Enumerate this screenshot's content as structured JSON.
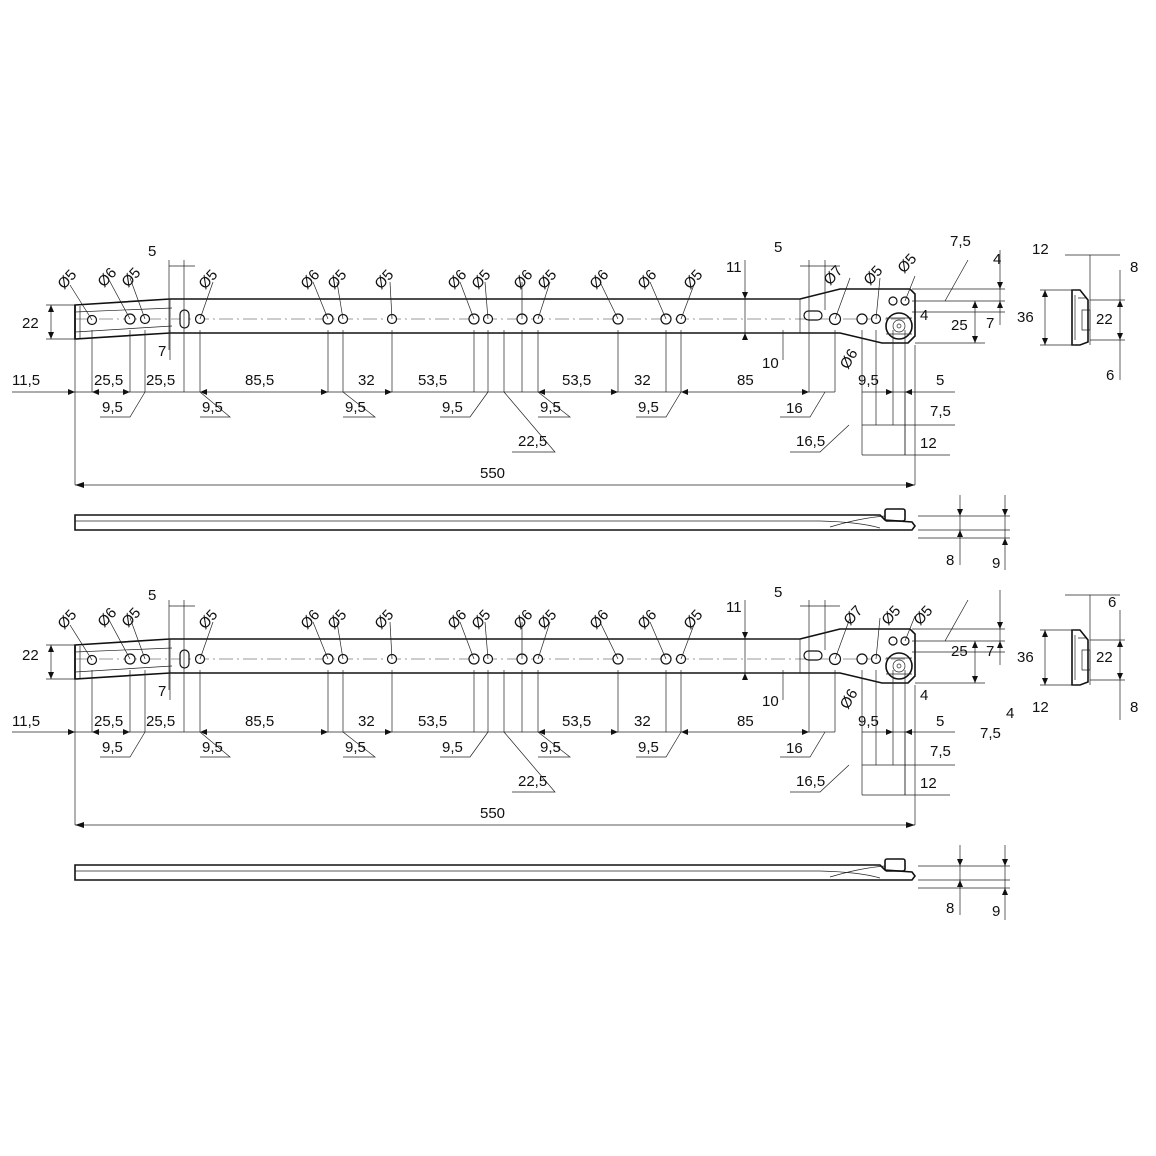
{
  "top_view": {
    "diameter_labels": [
      "Ø5",
      "Ø6",
      "Ø5",
      "Ø5",
      "Ø6",
      "Ø5",
      "Ø5",
      "Ø6",
      "Ø5",
      "Ø6",
      "Ø5",
      "Ø6",
      "Ø6",
      "Ø5"
    ],
    "end_hole_labels": [
      "Ø7",
      "Ø5",
      "Ø5"
    ],
    "end_lower_label": "Ø6",
    "height_label": "22",
    "slot_offset": "5",
    "slot_offset_end": "5",
    "tab_label": "7",
    "height_right": "11",
    "drop_right": "10",
    "row1": [
      "11,5",
      "25,5",
      "25,5",
      "85,5",
      "32",
      "53,5",
      "53,5",
      "32",
      "85"
    ],
    "row2": [
      "9,5",
      "9,5",
      "9,5",
      "9,5",
      "9,5",
      "9,5"
    ],
    "row3": "22,5",
    "right_stack": [
      "9,5",
      "5",
      "16",
      "7,5",
      "16,5",
      "12"
    ],
    "total_length": "550",
    "end_dims": [
      "7,5",
      "4",
      "4",
      "25",
      "7"
    ]
  },
  "bottom_view": {
    "diameter_labels": [
      "Ø5",
      "Ø6",
      "Ø5",
      "Ø5",
      "Ø6",
      "Ø5",
      "Ø5",
      "Ø6",
      "Ø5",
      "Ø6",
      "Ø5",
      "Ø6",
      "Ø6",
      "Ø5"
    ],
    "end_hole_labels": [
      "Ø7",
      "Ø5",
      "Ø5"
    ],
    "end_lower_label": "Ø6",
    "height_label": "22",
    "slot_offset": "5",
    "slot_offset_end": "5",
    "tab_label": "7",
    "height_right": "11",
    "drop_right": "10",
    "row1": [
      "11,5",
      "25,5",
      "25,5",
      "85,5",
      "32",
      "53,5",
      "53,5",
      "32",
      "85"
    ],
    "row2": [
      "9,5",
      "9,5",
      "9,5",
      "9,5",
      "9,5",
      "9,5"
    ],
    "row3": "22,5",
    "right_stack": [
      "9,5",
      "5",
      "16",
      "7,5",
      "16,5",
      "12"
    ],
    "total_length": "550",
    "end_dims": [
      "25",
      "7",
      "4",
      "7,5",
      "4"
    ]
  },
  "side_view_top": {
    "labels": [
      "8",
      "9"
    ]
  },
  "side_view_bottom": {
    "labels": [
      "8",
      "9"
    ]
  },
  "cross_section_top": {
    "labels": [
      "12",
      "8",
      "36",
      "22",
      "6"
    ]
  },
  "cross_section_bottom": {
    "labels": [
      "6",
      "36",
      "22",
      "12",
      "8"
    ]
  }
}
